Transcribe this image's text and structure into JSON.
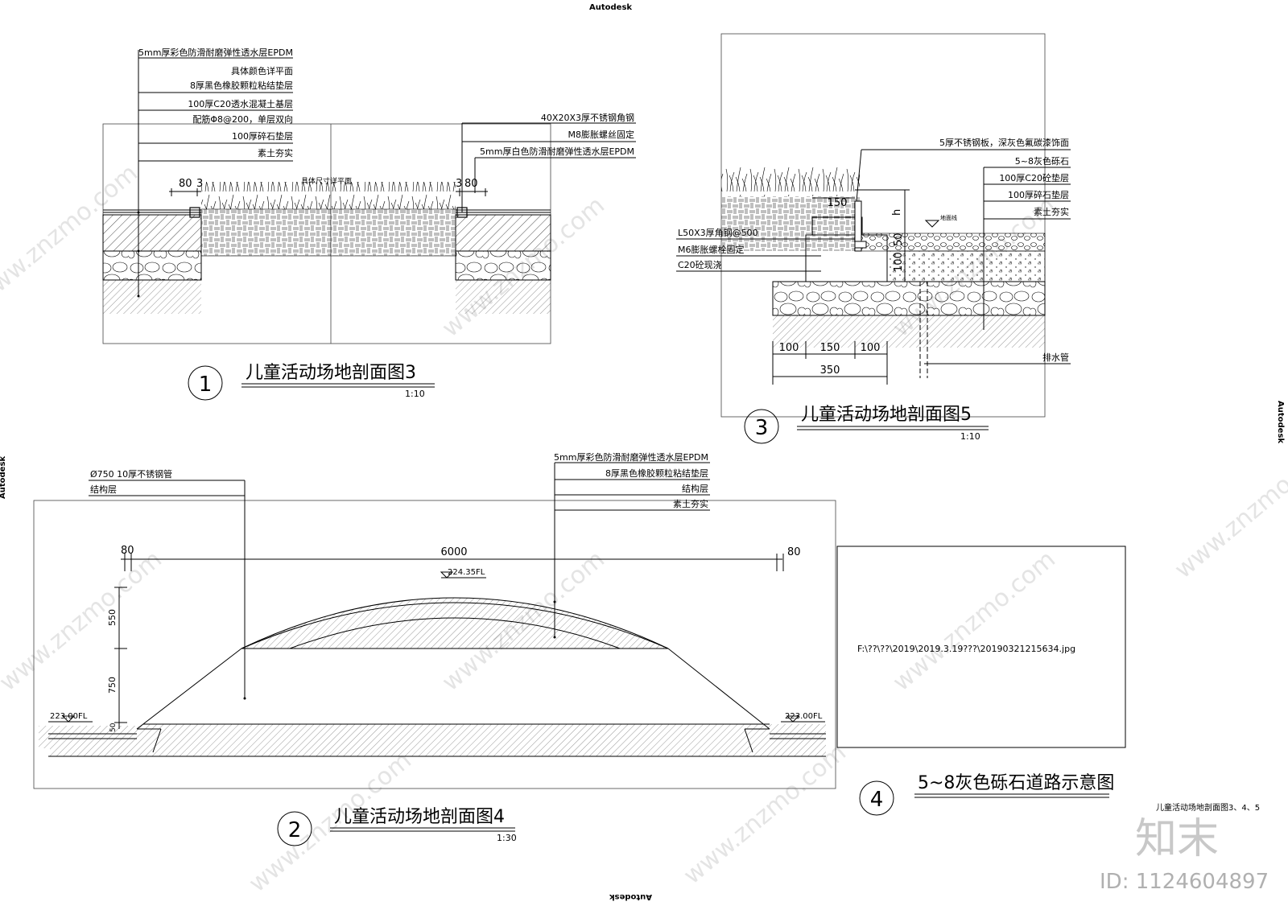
{
  "border_labels": {
    "top": "Autodesk",
    "bottom": "Autodesk",
    "left": "Autodesk",
    "right": "Autodesk"
  },
  "section1": {
    "title": "儿童活动场地剖面图3",
    "number": "1",
    "scale": "1:10",
    "layers_left": [
      "5mm厚彩色防滑耐磨弹性透水层EPDM",
      "具体颜色详平面",
      "8厚黑色橡胶颗粒粘结垫层",
      "100厚C20透水混凝土基层",
      "配筋Φ8@200，单层双向",
      "100厚碎石垫层",
      "素土夯实"
    ],
    "layers_right": [
      "40X20X3厚不锈钢角钢",
      "M8膨胀螺丝固定",
      "5mm厚白色防滑耐磨弹性透水层EPDM"
    ],
    "dims": {
      "left_a": "80",
      "left_b": "3",
      "right_a": "3",
      "right_b": "80",
      "center": "具体尺寸详平面"
    }
  },
  "section3": {
    "title": "儿童活动场地剖面图5",
    "number": "3",
    "scale": "1:10",
    "layers_right": [
      "5厚不锈钢板，深灰色氟碳漆饰面",
      "5~8灰色砾石",
      "100厚C20砼垫层",
      "100厚碎石垫层",
      "素土夯实"
    ],
    "layers_left": [
      "L50X3厚角钢@500",
      "M6膨胀螺栓固定",
      "C20砼现浇"
    ],
    "dims": {
      "d150top": "150",
      "h": "h",
      "d50": "50",
      "d100v": "100",
      "b1": "100",
      "b2": "150",
      "b3": "100",
      "total": "350",
      "level": "地面线"
    },
    "drain": "排水管"
  },
  "section2": {
    "title": "儿童活动场地剖面图4",
    "number": "2",
    "scale": "1:30",
    "layers_left": [
      "Ø750 10厚不锈钢管",
      "结构层"
    ],
    "layers_right": [
      "5mm厚彩色防滑耐磨弹性透水层EPDM",
      "8厚黑色橡胶颗粒粘结垫层",
      "结构层",
      "素土夯实"
    ],
    "dims": {
      "left": "80",
      "center": "6000",
      "right": "80",
      "v1": "550",
      "v2": "750",
      "v3": "50"
    },
    "levels": {
      "top": "224.35FL",
      "left": "223.00FL",
      "right": "223.00FL"
    }
  },
  "section4": {
    "title": "5~8灰色砾石道路示意图",
    "number": "4",
    "path": "F:\\??\\??\\2019\\2019.3.19???\\20190321215634.jpg"
  },
  "sheet_label": "儿童活动场地剖面图3、4、5",
  "watermark": {
    "logo": "知末",
    "id": "ID: 1124604897",
    "site": "www.znzmo.com"
  }
}
